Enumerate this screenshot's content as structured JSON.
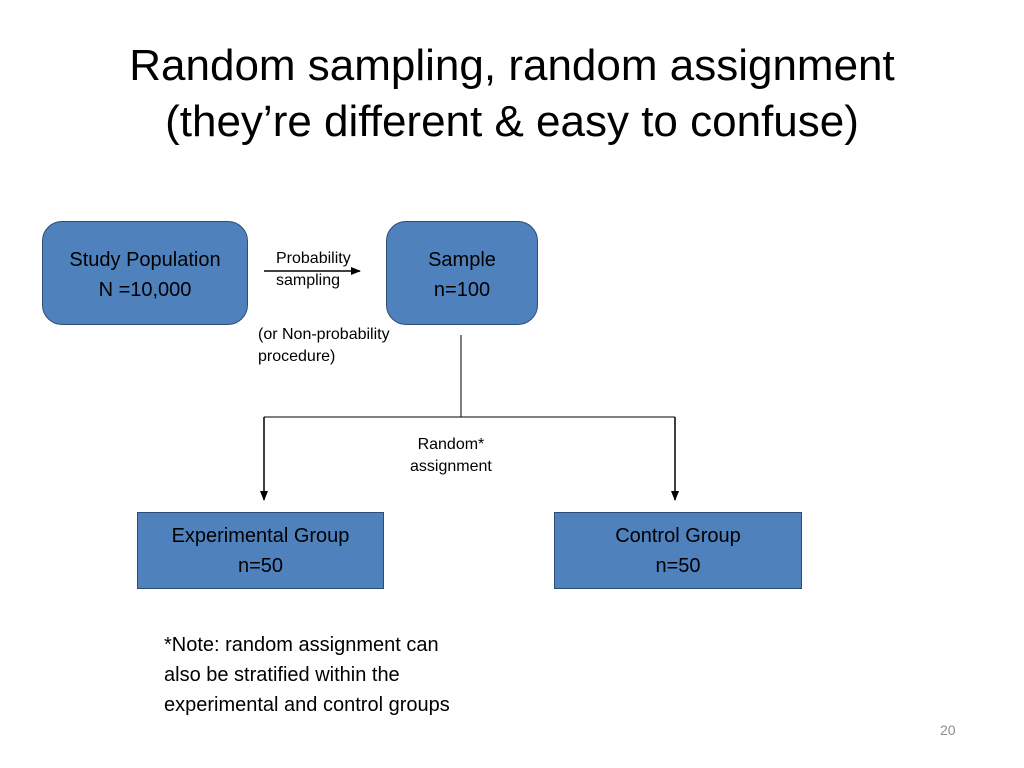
{
  "title": {
    "line1": "Random sampling, random assignment",
    "line2": "(they’re different & easy to confuse)"
  },
  "boxes": {
    "population": {
      "line1": "Study Population",
      "line2": "N =10,000"
    },
    "sample": {
      "line1": "Sample",
      "line2": "n=100"
    },
    "experimental": {
      "line1": "Experimental Group",
      "line2": "n=50"
    },
    "control": {
      "line1": "Control Group",
      "line2": "n=50"
    }
  },
  "labels": {
    "probability_line1": "Probability",
    "probability_line2": "sampling",
    "nonprob_line1": "(or Non-probability",
    "nonprob_line2": "procedure)",
    "random_line1": "Random*",
    "random_line2": "assignment"
  },
  "note": {
    "line1": "*Note: random assignment can",
    "line2": "also be stratified within the",
    "line3": "experimental and control groups"
  },
  "page_number": "20",
  "colors": {
    "box_fill": "#4f81bd",
    "box_border": "#2c4d75",
    "page_number": "#8c8c8c"
  }
}
